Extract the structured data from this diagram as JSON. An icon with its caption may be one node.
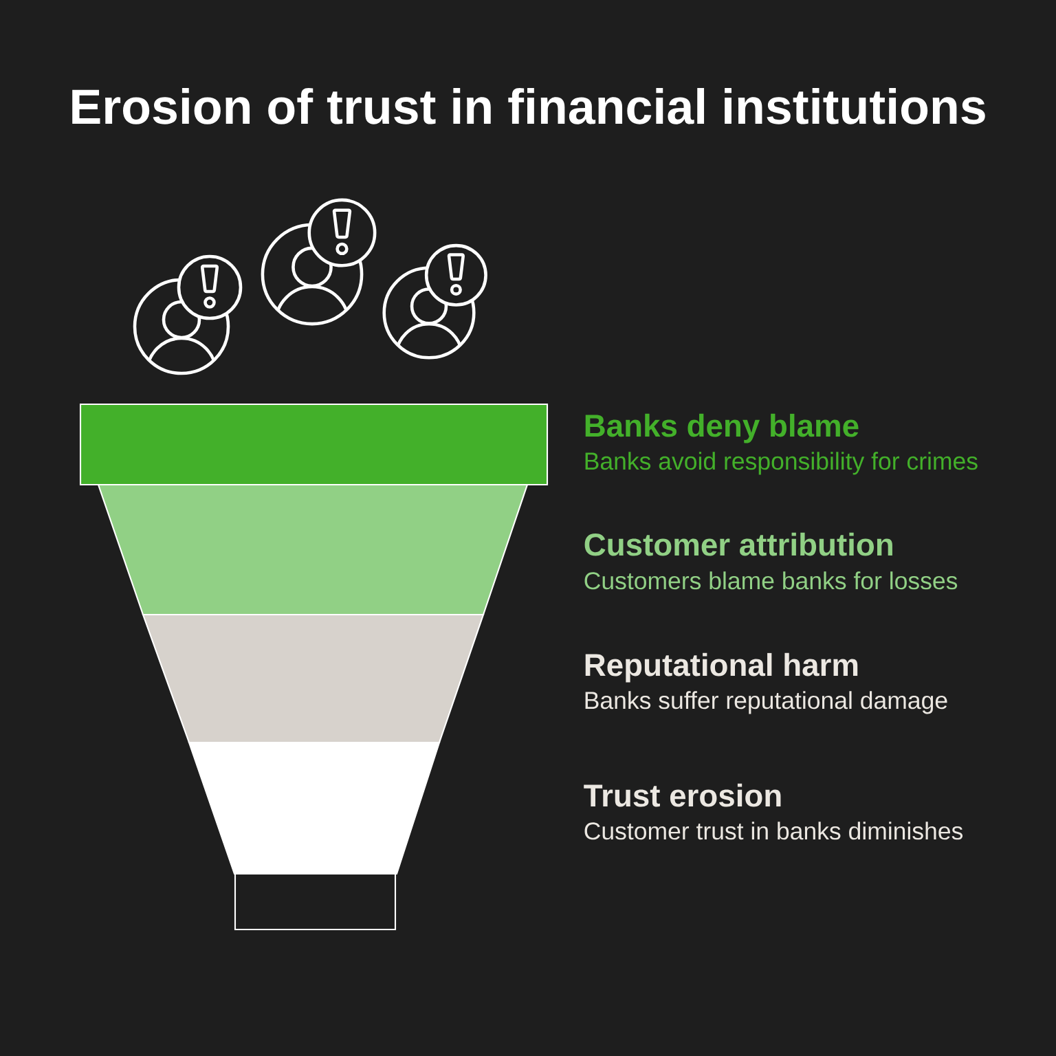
{
  "diagram": {
    "title": "Erosion of trust in financial institutions",
    "nodes": [
      {
        "text": [],
        "shape": "box",
        "beside": [
          "Banks deny blame",
          "Banks avoid responsibility for crimes"
        ]
      },
      {
        "text": [],
        "shape": "trapezoid",
        "beside": [
          "Customer attribution",
          "Customers blame banks for losses"
        ]
      },
      {
        "text": [],
        "shape": "trapezoid",
        "beside": [
          "Reputational harm",
          "Banks suffer reputational damage"
        ]
      },
      {
        "text": [],
        "shape": "trapezoid",
        "beside": [
          "Trust erosion",
          "Customer trust in banks diminishes"
        ]
      },
      {
        "text": [],
        "shape": "box"
      }
    ]
  }
}
